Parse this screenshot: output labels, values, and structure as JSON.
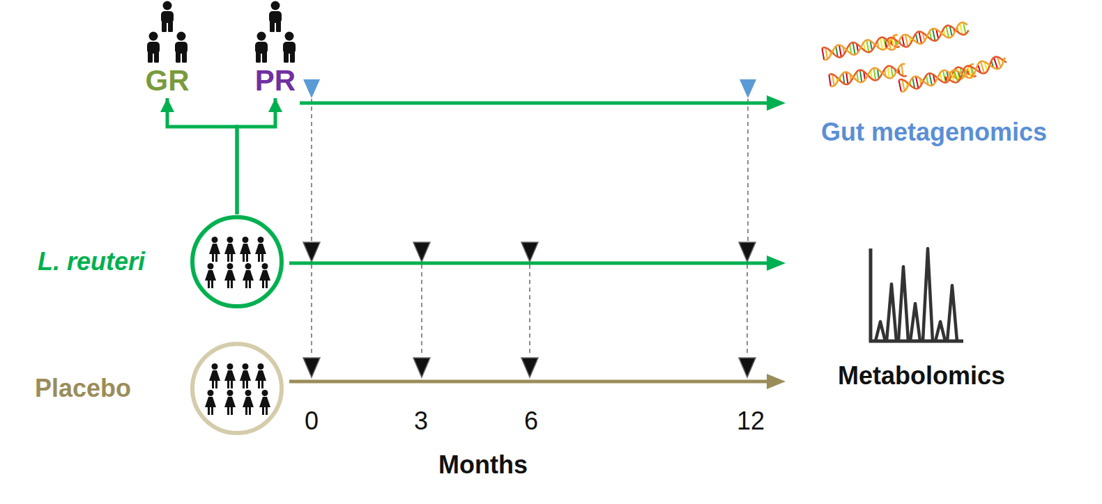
{
  "diagram": {
    "nodes": [
      {
        "text": [
          "GR"
        ]
      },
      {
        "text": [
          "PR"
        ]
      },
      {
        "text": [
          "L. reuteri"
        ]
      },
      {
        "text": [
          "Placebo"
        ]
      }
    ],
    "edges": [
      {
        "from": 2,
        "to": 0,
        "arrow": "to"
      },
      {
        "from": 2,
        "to": 1,
        "arrow": "to"
      }
    ],
    "labels": [
      "Gut metagenomics",
      "Metabolomics",
      "0",
      "3",
      "6",
      "12",
      "Months"
    ]
  }
}
